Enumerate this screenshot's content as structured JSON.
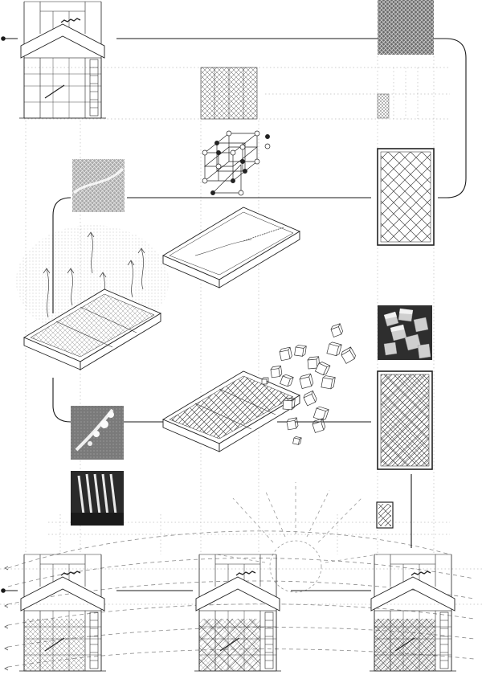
{
  "colors": {
    "paper": "#ffffff",
    "ink": "#1a1a1a",
    "line_gray": "#9a9a9a",
    "dot_gray": "#bdbdbd",
    "photo_dark": "#3a3a3a",
    "photo_mid": "#8a8a8a",
    "photo_light": "#d9d9d9"
  },
  "icons": {
    "flow_start": "filled-dot",
    "wind_arrow": "open-arrowhead"
  },
  "sheet": {
    "houses_top": 1,
    "houses_bottom": 3,
    "trays": 3,
    "panels_right": 4,
    "photos": 5,
    "cube_cluster_count": 20
  }
}
